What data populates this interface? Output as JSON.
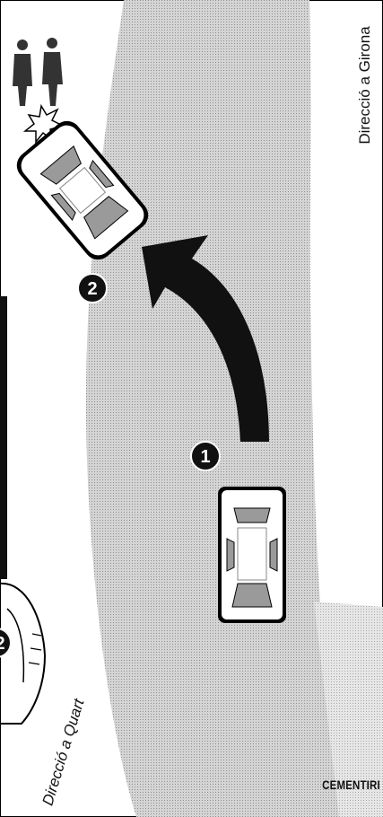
{
  "labels": {
    "girona": "Direcció a Girona",
    "quart": "Direcció a Quart",
    "cementiri": "CEMENTIRI"
  },
  "markers": {
    "one": "1",
    "two": "2",
    "two_partial": "2"
  },
  "colors": {
    "road": "#c9c9c9",
    "verge": "#ffffff",
    "arrow": "#111111",
    "car_body": "#ffffff",
    "car_glass": "#9a9a9a"
  }
}
